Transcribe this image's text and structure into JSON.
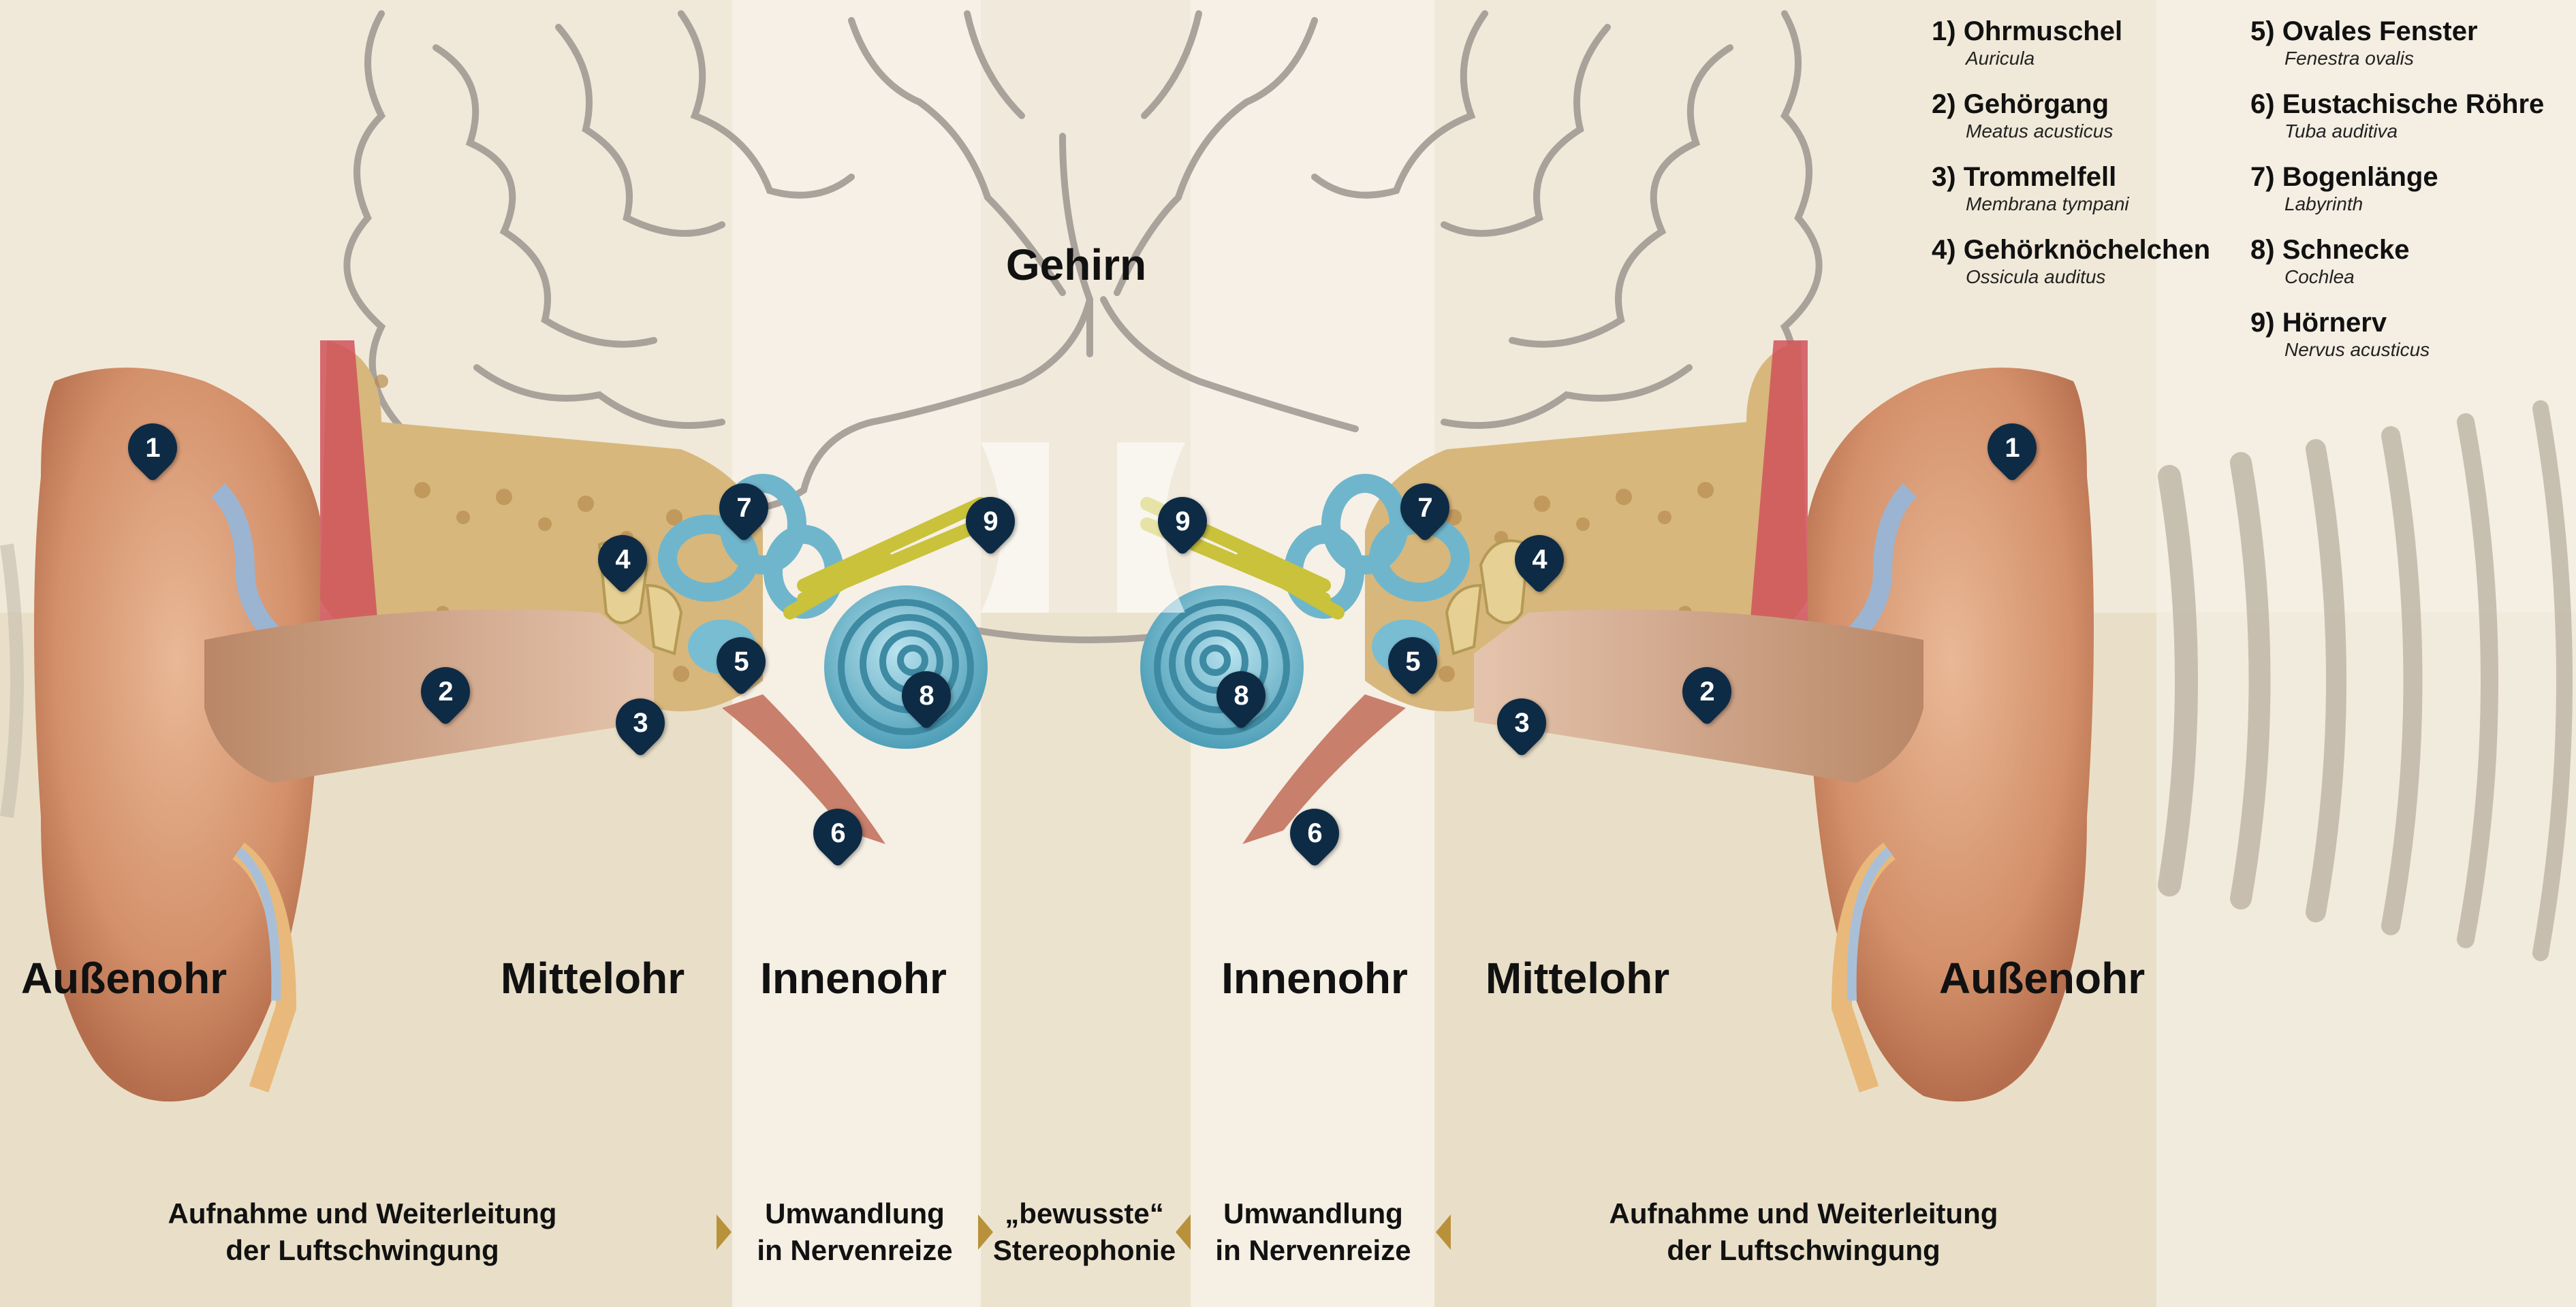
{
  "center_title": "Gehirn",
  "regions": {
    "left_outer": "Außenohr",
    "left_middle": "Mittelohr",
    "left_inner": "Innenohr",
    "right_inner": "Innenohr",
    "right_middle": "Mittelohr",
    "right_outer": "Außenohr"
  },
  "functions": {
    "left_outer_middle": [
      "Aufnahme und Weiterleitung",
      "der Luftschwingung"
    ],
    "left_inner": [
      "Umwandlung",
      "in Nervenreize"
    ],
    "center": [
      "„bewusste“",
      "Stereophonie"
    ],
    "right_inner": [
      "Umwandlung",
      "in Nervenreize"
    ],
    "right_outer_middle": [
      "Aufnahme und Weiterleitung",
      "der Luftschwingung"
    ]
  },
  "legend": [
    {
      "num": "1)",
      "name": "Ohrmuschel",
      "latin": "Auricula"
    },
    {
      "num": "2)",
      "name": "Gehörgang",
      "latin": "Meatus acusticus"
    },
    {
      "num": "3)",
      "name": "Trommelfell",
      "latin": "Membrana tympani"
    },
    {
      "num": "4)",
      "name": "Gehörknöchelchen",
      "latin": "Ossicula auditus"
    },
    {
      "num": "5)",
      "name": "Ovales Fenster",
      "latin": "Fenestra ovalis"
    },
    {
      "num": "6)",
      "name": "Eustachische Röhre",
      "latin": "Tuba auditiva"
    },
    {
      "num": "7)",
      "name": "Bogenlänge",
      "latin": "Labyrinth"
    },
    {
      "num": "8)",
      "name": "Schnecke",
      "latin": "Cochlea"
    },
    {
      "num": "9)",
      "name": "Hörnerv",
      "latin": "Nervus acusticus"
    }
  ],
  "badges": {
    "left": [
      "1",
      "2",
      "3",
      "4",
      "5",
      "6",
      "7",
      "8",
      "9"
    ],
    "right": [
      "1",
      "2",
      "3",
      "4",
      "5",
      "6",
      "7",
      "8",
      "9"
    ]
  },
  "colors": {
    "background": "#f3ede0",
    "skin": "#d89a72",
    "bone": "#e8c98a",
    "cochlea": "#7fc3d6",
    "nerve": "#c9c23a",
    "badge": "#0e2b45",
    "arrow": "#b8913a",
    "band_dark": "#e7dcc3",
    "band_light": "#f4eee2"
  }
}
